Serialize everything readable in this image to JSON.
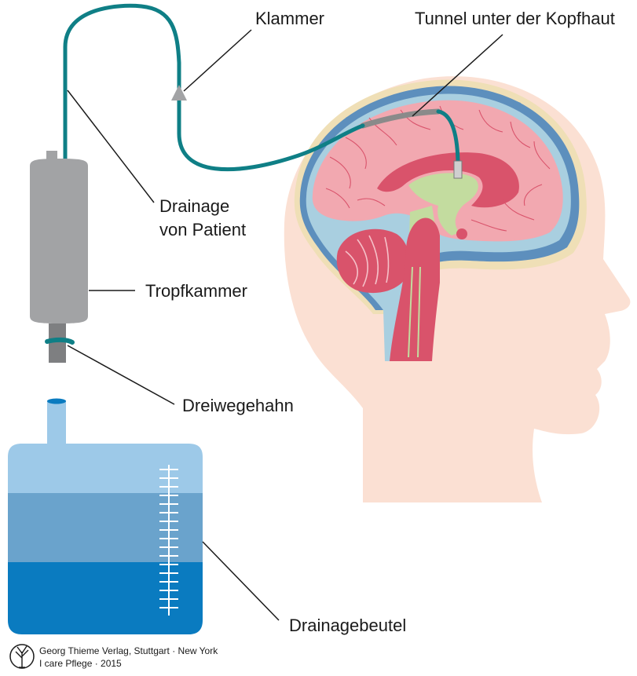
{
  "labels": {
    "klammer": "Klammer",
    "tunnel": "Tunnel unter der Kopfhaut",
    "drainage_line1": "Drainage",
    "drainage_line2": "von Patient",
    "tropfkammer": "Tropfkammer",
    "dreiwegehahn": "Dreiwegehahn",
    "drainagebeutel": "Drainagebeutel"
  },
  "credit": {
    "line1": "Georg Thieme Verlag, Stuttgart · New York",
    "line2": "I care Pflege · 2015",
    "logo": "thieme-tree-logo"
  },
  "colors": {
    "tube": "#0f7f86",
    "head_skin": "#fbe0d3",
    "brain": "#f2a8b0",
    "brain_dark": "#d9536b",
    "csf": "#a9cfe0",
    "skull_blue": "#5d8fbd",
    "bone": "#efdfb6",
    "ventricle": "#c3dc9f",
    "chamber": "#a2a3a5",
    "bag_top": "#9dc9e8",
    "bag_mid": "#6aa3cc",
    "bag_bottom": "#0a7bc0"
  }
}
